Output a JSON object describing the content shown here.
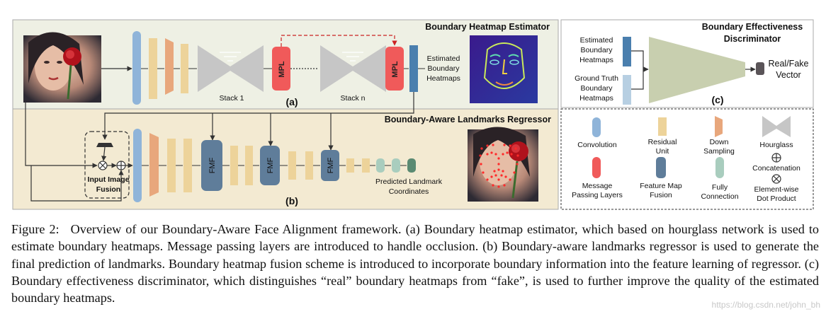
{
  "estimator": {
    "title": "Boundary Heatmap Estimator",
    "stack1": "Stack 1",
    "stackn": "Stack n",
    "mpl": "MPL",
    "tag": "(a)",
    "output_lines": [
      "Estimated",
      "Boundary",
      "Heatmaps"
    ]
  },
  "regressor": {
    "title": "Boundary-Aware Landmarks Regressor",
    "fusion_lines": [
      "Input Image",
      "Fusion"
    ],
    "fmf": "FMF",
    "predicted_lines": [
      "Predicted Landmark",
      "Coordinates"
    ],
    "tag": "(b)"
  },
  "discriminator": {
    "title_lines": [
      "Boundary Effectiveness",
      "Discriminator"
    ],
    "estimated_lines": [
      "Estimated",
      "Boundary",
      "Heatmaps"
    ],
    "gt_lines": [
      "Ground Truth",
      "Boundary",
      "Heatmaps"
    ],
    "output_lines": [
      "Real/Fake",
      "Vector"
    ],
    "tag": "(c)"
  },
  "legend": {
    "convolution": [
      "Convolution"
    ],
    "residual": [
      "Residual",
      "Unit"
    ],
    "down": [
      "Down",
      "Sampling"
    ],
    "hourglass": [
      "Hourglass"
    ],
    "mpl": [
      "Message",
      "Passing Layers"
    ],
    "fmf": [
      "Feature Map",
      "Fusion"
    ],
    "fc": [
      "Fully",
      "Connection"
    ],
    "concat": [
      "Concatenation"
    ],
    "dot": [
      "Element-wise",
      "Dot Product"
    ]
  },
  "colors": {
    "conv": "#8fb4d9",
    "residual": "#edd39a",
    "down": "#e8a77c",
    "hourglass": "#c6c6c6",
    "mpl": "#f05a5a",
    "fmf": "#5f7d9a",
    "fc": "#a9cdbe",
    "fc_dark": "#5a8a72",
    "disc": "#c8cfaf",
    "estimator_bg": "#eef0e4",
    "regressor_bg": "#f3ead2",
    "dashed": "#cc2222"
  },
  "caption": {
    "fig": "Figure 2:",
    "text": "Overview of our Boundary-Aware Face Alignment framework. (a) Boundary heatmap estimator, which based on hourglass network is used to estimate boundary heatmaps. Message passing layers are introduced to handle occlusion. (b) Boundary-aware landmarks regressor is used to generate the final prediction of landmarks. Boundary heatmap fusion scheme is introduced to incorporate boundary information into the feature learning of regressor. (c) Boundary effectiveness discriminator, which distinguishes “real” boundary heatmaps from “fake”, is used to further improve the quality of the estimated boundary heatmaps."
  },
  "watermark": "https://blog.csdn.net/john_bh"
}
